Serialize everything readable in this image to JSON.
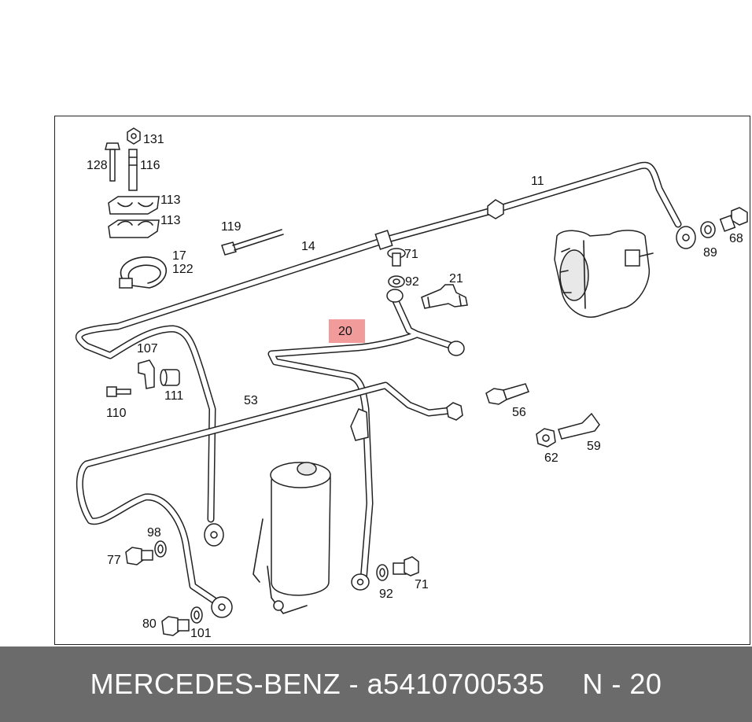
{
  "footer": {
    "brand": "MERCEDES-BENZ",
    "separator": "-",
    "part_number": "a5410700535",
    "reference": "N - 20"
  },
  "highlight": {
    "label": "20",
    "color": "#f08a8a"
  },
  "callouts": {
    "c131": "131",
    "c128": "128",
    "c116": "116",
    "c113a": "113",
    "c113b": "113",
    "c119": "119",
    "c14": "14",
    "c11": "11",
    "c68": "68",
    "c89": "89",
    "c71a": "71",
    "c92a": "92",
    "c21": "21",
    "c17": "17",
    "c122": "122",
    "c107": "107",
    "c111": "111",
    "c110": "110",
    "c53": "53",
    "c56": "56",
    "c62": "62",
    "c59": "59",
    "c98": "98",
    "c77": "77",
    "c80": "80",
    "c101": "101",
    "c92b": "92",
    "c71b": "71"
  }
}
